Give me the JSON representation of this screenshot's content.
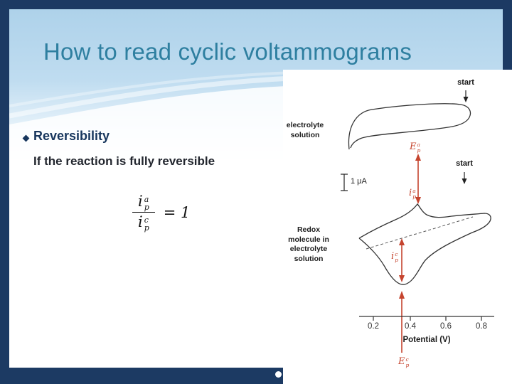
{
  "colors": {
    "border_navy": "#1c3a63",
    "title_teal": "#2e7fa0",
    "heading_navy": "#17365d",
    "accent_red": "#c5442e",
    "sky_blue": "#aed2ea"
  },
  "slide": {
    "title": "How to read cyclic voltammograms",
    "heading": "Reversibility",
    "body": "If the reaction is fully reversible",
    "formula": {
      "num_base": "i",
      "num_sub": "p",
      "num_sup": "a",
      "den_base": "i",
      "den_sub": "p",
      "den_sup": "c",
      "rhs": "= 1"
    }
  },
  "figure": {
    "start_top": "start",
    "start_mid": "start",
    "electrolyte_label": "electrolyte\nsolution",
    "redox_label": "Redox\nmolecule in\nelectrolyte\nsolution",
    "scale_label": "1 μA",
    "epa": {
      "base": "E",
      "sub": "p",
      "sup": "a"
    },
    "ipa": {
      "base": "i",
      "sub": "p",
      "sup": "a"
    },
    "ipc": {
      "base": "i",
      "sub": "p",
      "sup": "c"
    },
    "epc": {
      "base": "E",
      "sub": "p",
      "sup": "c"
    },
    "x_ticks": [
      "0.2",
      "0.4",
      "0.6",
      "0.8"
    ],
    "x_label": "Potential (V)"
  }
}
